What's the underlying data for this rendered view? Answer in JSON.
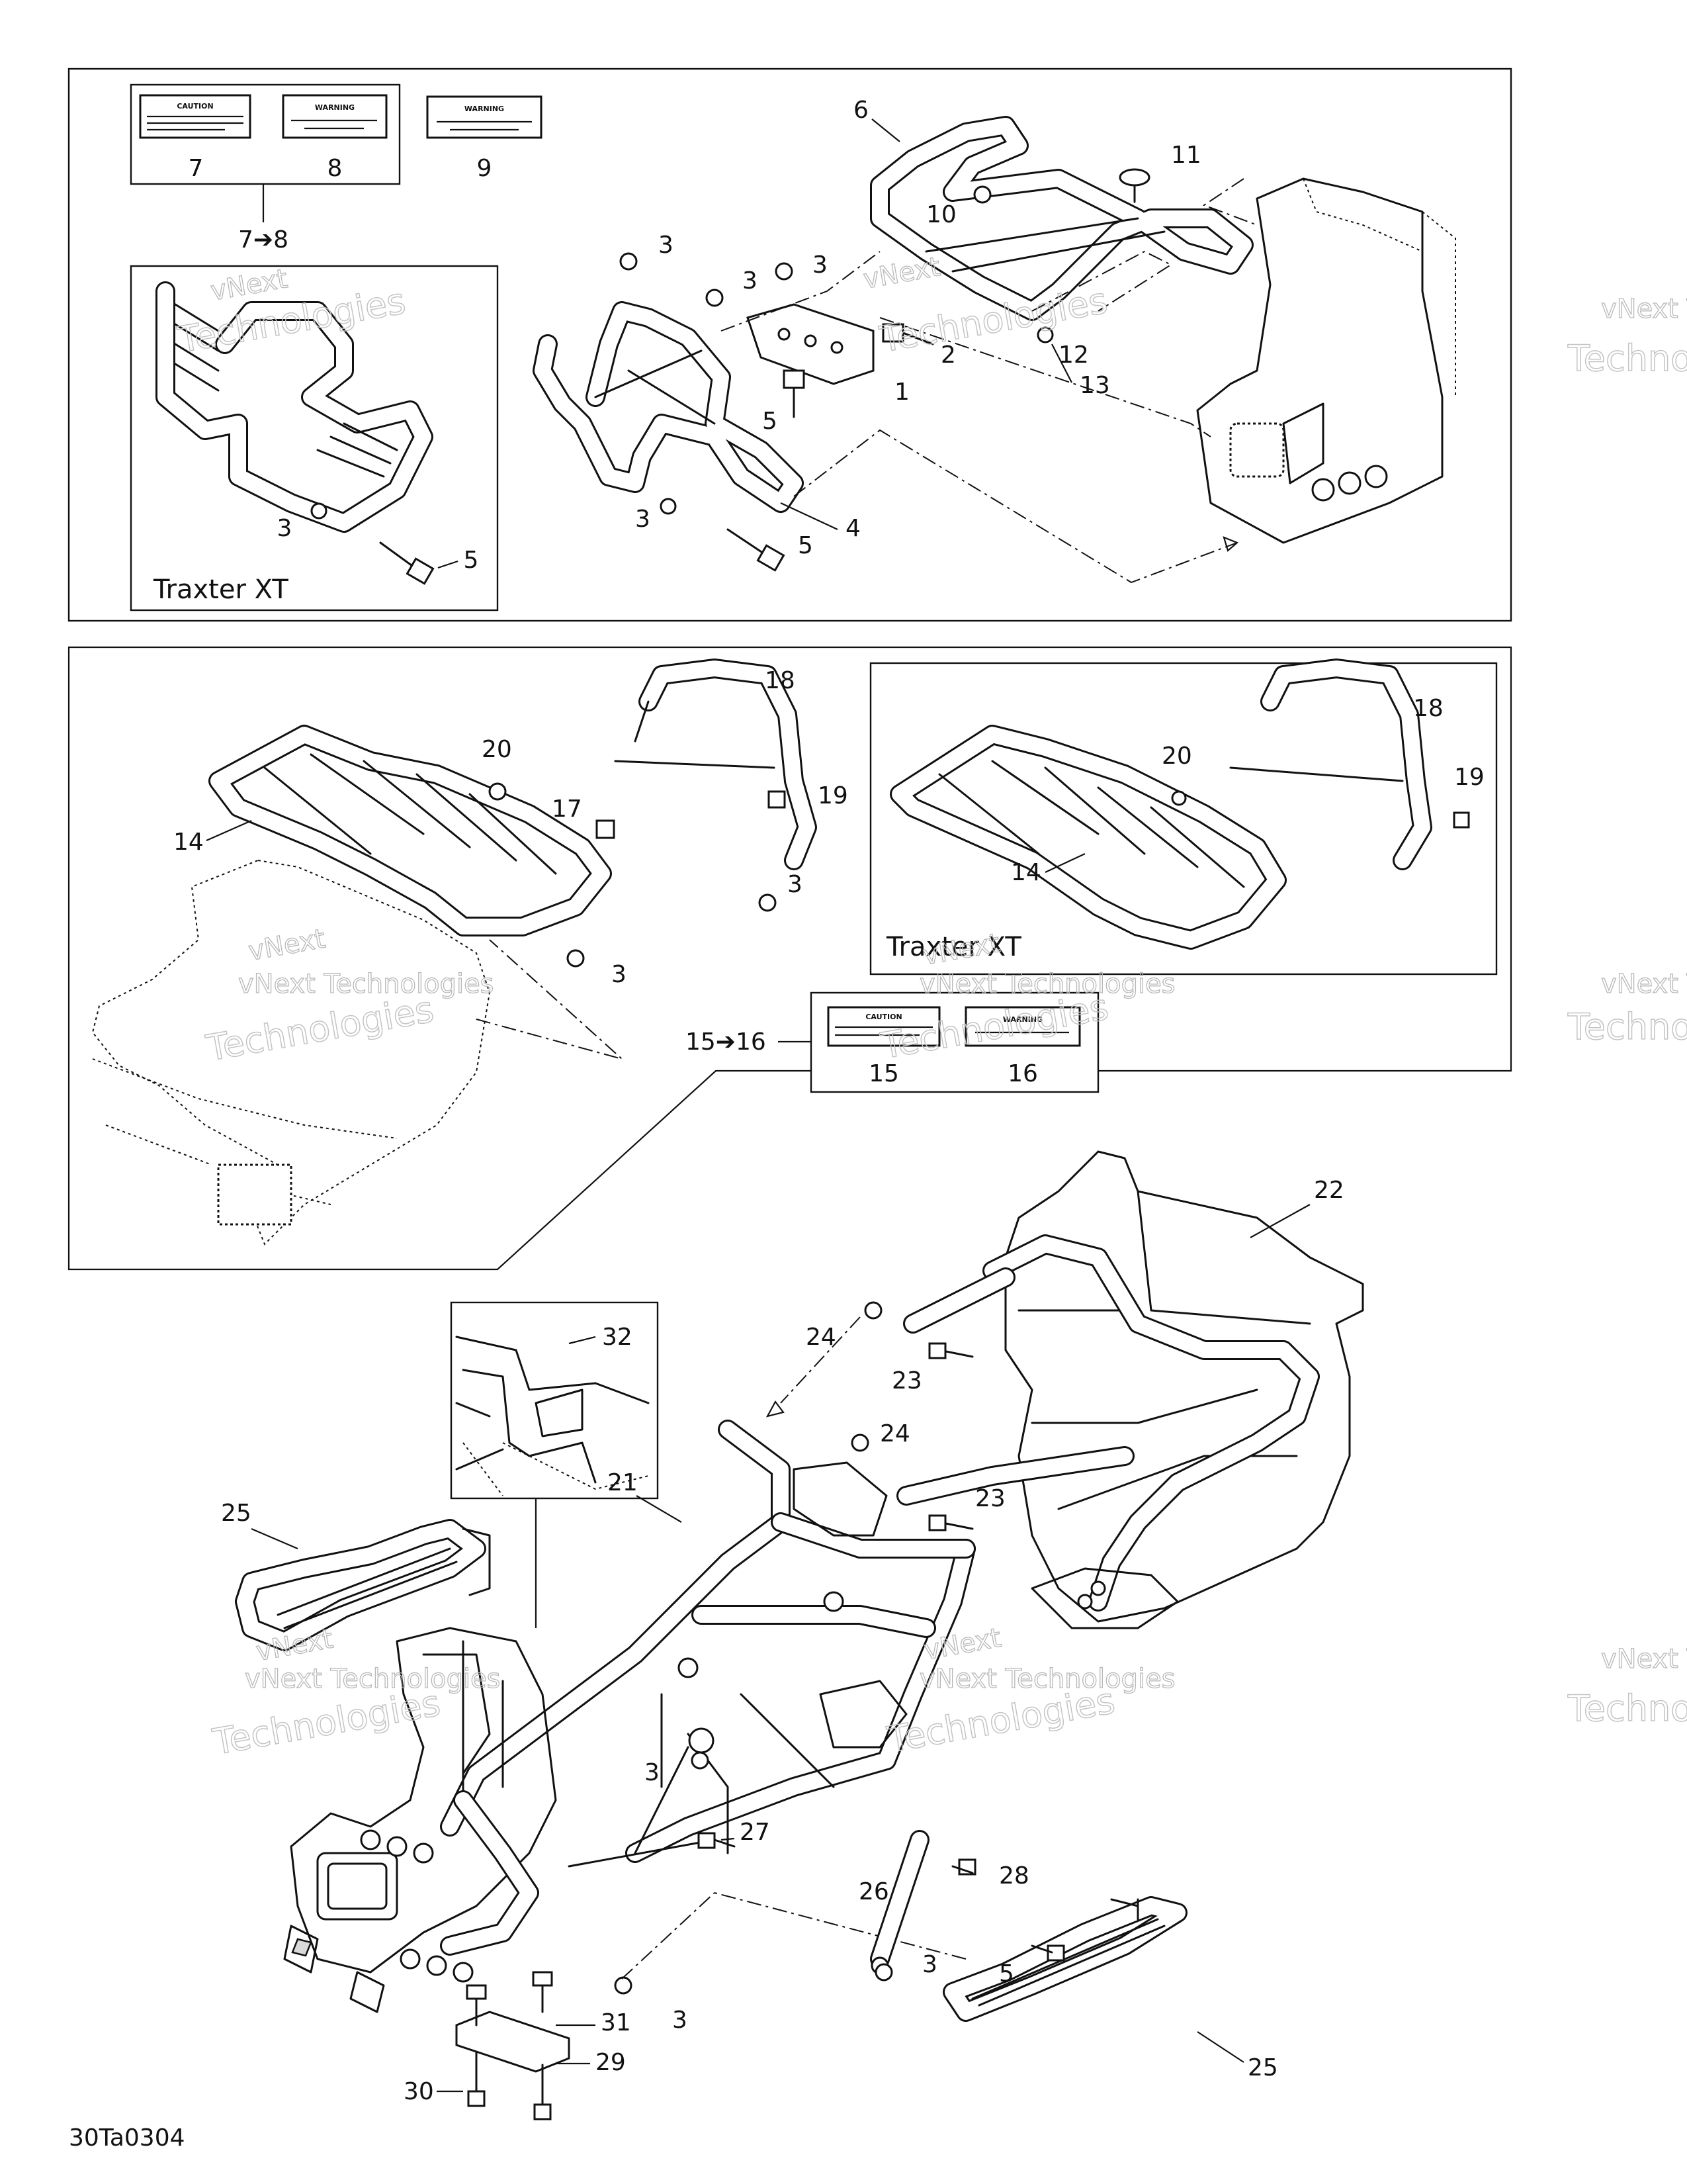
{
  "drawing": {
    "code": "30Ta0304",
    "watermark_line1": "vNext",
    "watermark_line2": "Technologies",
    "watermark_small": "vNext Technologies"
  },
  "labels": {
    "decal_caution": "CAUTION",
    "decal_warning": "WARNING",
    "decal_kit_top": "7➔8",
    "decal_kit_rear": "15➔16",
    "traxter_xt": "Traxter XT"
  },
  "callouts": {
    "c1": "1",
    "c2": "2",
    "c3": "3",
    "c4": "4",
    "c5": "5",
    "c6": "6",
    "c7": "7",
    "c8": "8",
    "c9": "9",
    "c10": "10",
    "c11": "11",
    "c12": "12",
    "c13": "13",
    "c14": "14",
    "c15": "15",
    "c16": "16",
    "c17": "17",
    "c18": "18",
    "c19": "19",
    "c20": "20",
    "c21": "21",
    "c22": "22",
    "c23": "23",
    "c24": "24",
    "c25": "25",
    "c26": "26",
    "c27": "27",
    "c28": "28",
    "c29": "29",
    "c30": "30",
    "c31": "31",
    "c32": "32"
  }
}
